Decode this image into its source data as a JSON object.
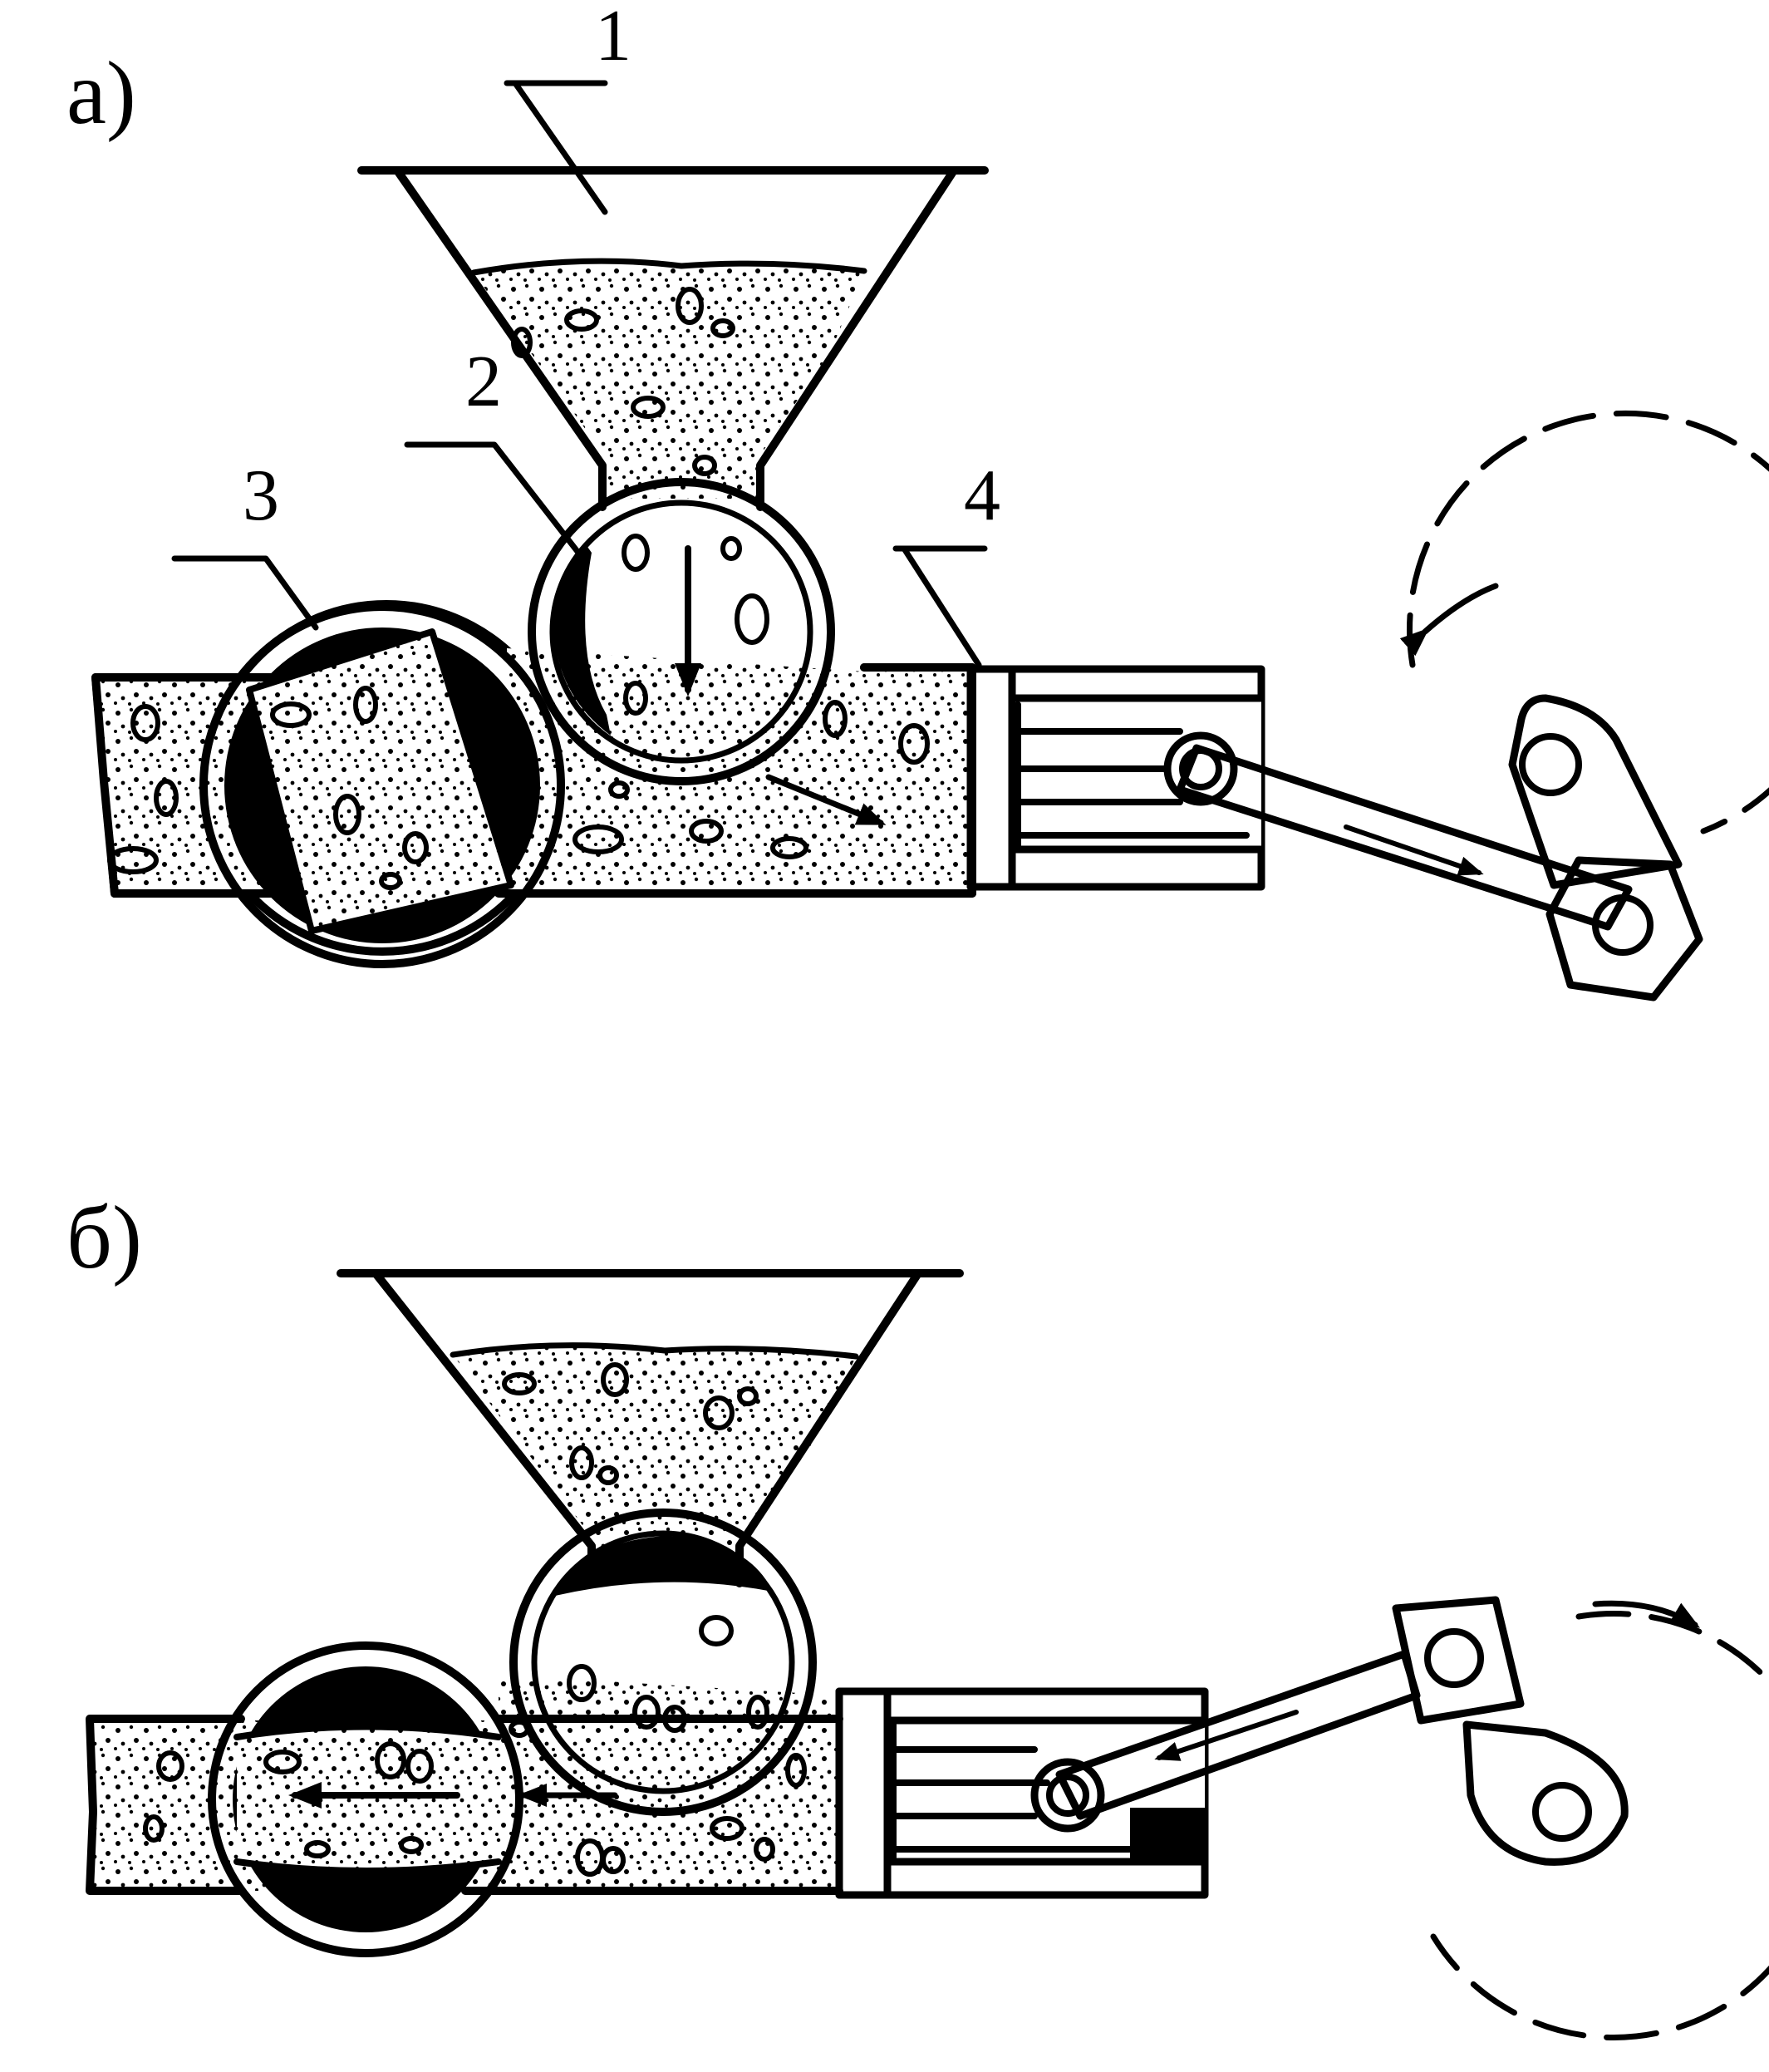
{
  "panels": [
    {
      "label": "а)"
    },
    {
      "label": "б)"
    }
  ],
  "callouts": [
    {
      "label": "1"
    },
    {
      "label": "2"
    },
    {
      "label": "3"
    },
    {
      "label": "4"
    }
  ],
  "colors": {
    "ink": "#000000",
    "background": "#ffffff"
  }
}
